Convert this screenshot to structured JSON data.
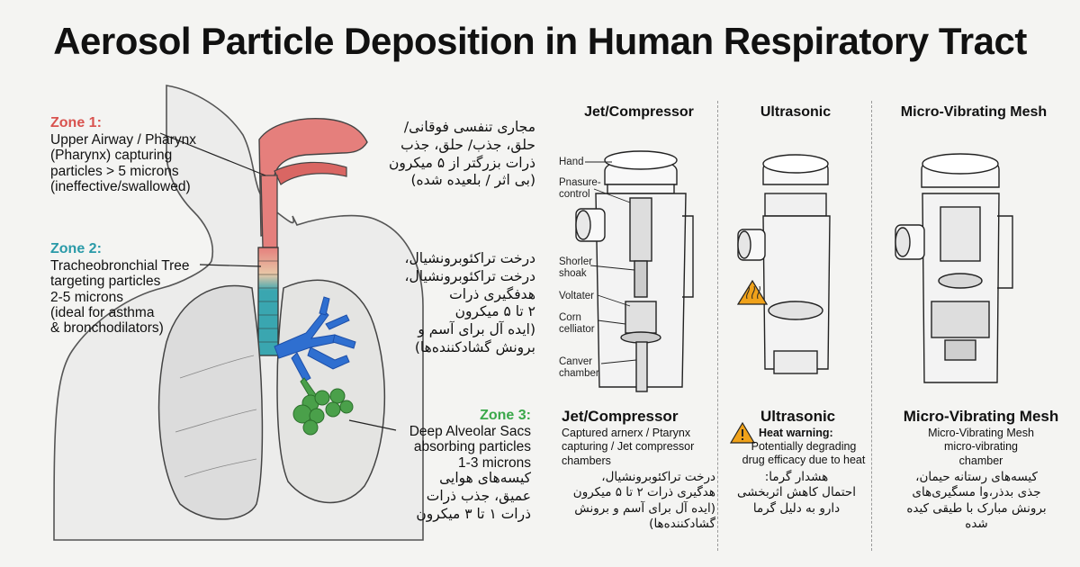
{
  "title": "Aerosol Particle Deposition in Human Respiratory Tract",
  "zones": [
    {
      "label": "Zone 1:",
      "color": "#d9534f",
      "en_lines": [
        "Upper Airway / Pharynx",
        "(Pharynx) capturing",
        "particles > 5 microns",
        "(ineffective/swallowed)"
      ],
      "fa_lines": [
        "مجاری تنفسی فوقانی/",
        "حلق، جذب/ حلق، جذب",
        "ذرات بزرگتر از ۵ میکرون",
        "(بی اثر / بلعیده شده)"
      ]
    },
    {
      "label": "Zone 2:",
      "color": "#2a9aa8",
      "en_lines": [
        "Tracheobronchial Tree",
        "targeting particles",
        "2-5 microns",
        "(ideal for asthma",
        "& bronchodilators)"
      ],
      "fa_lines": [
        "درخت تراکئوبرونشیال،",
        "درخت تراکئوبرونشیال،",
        "هدفگیری ذرات",
        "۲ تا ۵ میکرون",
        "(ایده آل برای آسم و",
        "برونش گشادکننده‌ها)"
      ]
    },
    {
      "label": "Zone 3:",
      "color": "#3aa84a",
      "en_lines": [
        "Deep Alveolar Sacs",
        "absorbing particles",
        "1-3 microns"
      ],
      "fa_lines": [
        "کیسه‌های هوایی",
        "عمیق، جذب ذرات",
        "ذرات ۱ تا ۳ میکرون"
      ]
    }
  ],
  "devices": [
    {
      "name": "Jet/Compressor",
      "caption_title": "Jet/Compressor",
      "caption_lines": [
        "Captured arnerx / Ptarynx",
        "capturing / Jet compressor",
        "chambers"
      ],
      "fa_lines": [
        "درخت تراکئوبرونشیال،",
        "هدگیری ذرات ۲ تا ۵ میکرون",
        "(ایده آل برای آسم و برونش",
        "گشادکننده‌ها)"
      ],
      "parts": [
        {
          "lines": [
            "Hand"
          ]
        },
        {
          "lines": [
            "Pnasure-",
            "control"
          ]
        },
        {
          "lines": [
            "Shorler",
            "shoak"
          ]
        },
        {
          "lines": [
            "Voltater"
          ]
        },
        {
          "lines": [
            "Corn",
            "celliator"
          ]
        },
        {
          "lines": [
            "Canver",
            "chamber"
          ]
        }
      ]
    },
    {
      "name": "Ultrasonic",
      "caption_title": "Ultrasonic",
      "warning_title": "Heat warning:",
      "caption_lines": [
        "Potentially degrading",
        "drug efficacy due to heat"
      ],
      "fa_lines": [
        "هشدار گرما:",
        "احتمال کاهش اثربخشی",
        "دارو به دلیل گرما"
      ]
    },
    {
      "name": "Micro-Vibrating Mesh",
      "caption_title": "Micro-Vibrating Mesh",
      "caption_lines": [
        "Micro-Vibrating Mesh",
        "micro-vibrating",
        "chamber"
      ],
      "fa_lines": [
        "کیسه‌های رستانه حیمان،",
        "جذی بدذر،وا مسگیری‌های",
        "برونش مبارک با طیقی کیده",
        "شده"
      ]
    }
  ],
  "colors": {
    "zone1": "#e07a78",
    "zone2": "#3aa6b0",
    "zone3": "#52a84a",
    "bronchi_blue": "#2f6fd0",
    "warning": "#f0a21a"
  }
}
